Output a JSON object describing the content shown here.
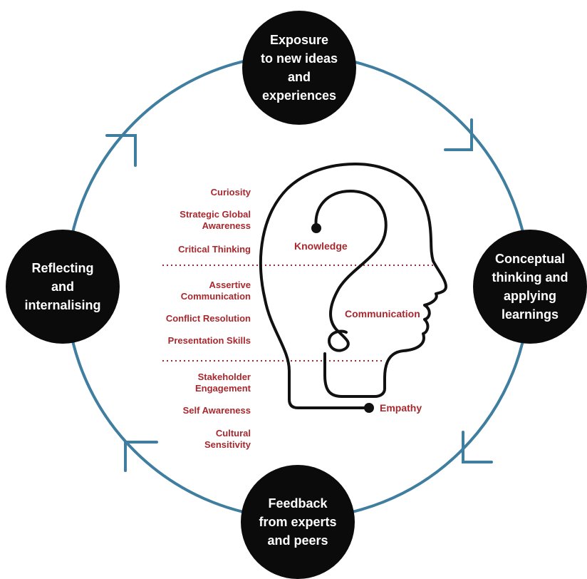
{
  "cycle": {
    "top": "Exposure\nto new ideas and\nexperiences",
    "right": "Conceptual\nthinking and\napplying\nlearnings",
    "bottom": "Feedback\nfrom experts\nand peers",
    "left": "Reflecting\nand\ninternalising"
  },
  "skills": {
    "knowledge": [
      "Curiosity",
      "Strategic Global\nAwareness",
      "Critical Thinking"
    ],
    "communication": [
      "Assertive\nCommunication",
      "Conflict Resolution",
      "Presentation Skills"
    ],
    "empathy": [
      "Stakeholder\nEngagement",
      "Self Awareness",
      "Cultural\nSensitivity"
    ]
  },
  "head_labels": {
    "knowledge": "Knowledge",
    "communication": "Communication",
    "empathy": "Empathy"
  },
  "colors": {
    "ring": "#3f7e9f",
    "node_fill": "#0b0b0b",
    "label_text": "#a8282e",
    "divider": "#a8282e",
    "head_line": "#111111"
  }
}
